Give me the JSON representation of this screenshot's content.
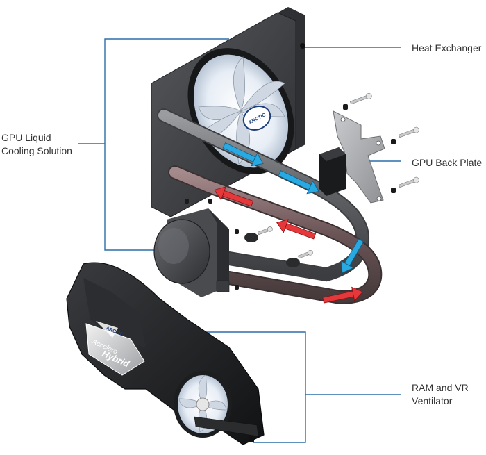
{
  "labels": {
    "gpu_cooling": [
      "GPU Liquid",
      "Cooling Solution"
    ],
    "heat_exchanger": "Heat Exchanger",
    "back_plate": "GPU Back Plate",
    "ventilator": [
      "RAM and VR",
      "Ventilator"
    ]
  },
  "brand": {
    "fan_logo": "ARCTIC",
    "shroud_logo": "ARCTIC",
    "shroud_text_1": "Accelero",
    "shroud_text_2": "Hybrid"
  },
  "colors": {
    "leader_line": "#2a6fa8",
    "cold_flow": "#29a9e1",
    "hot_flow": "#e5383b",
    "radiator": "#3b3c3f",
    "shroud": "#1e1f21",
    "tube": "#6d6f73",
    "plate": "#a9abae"
  }
}
